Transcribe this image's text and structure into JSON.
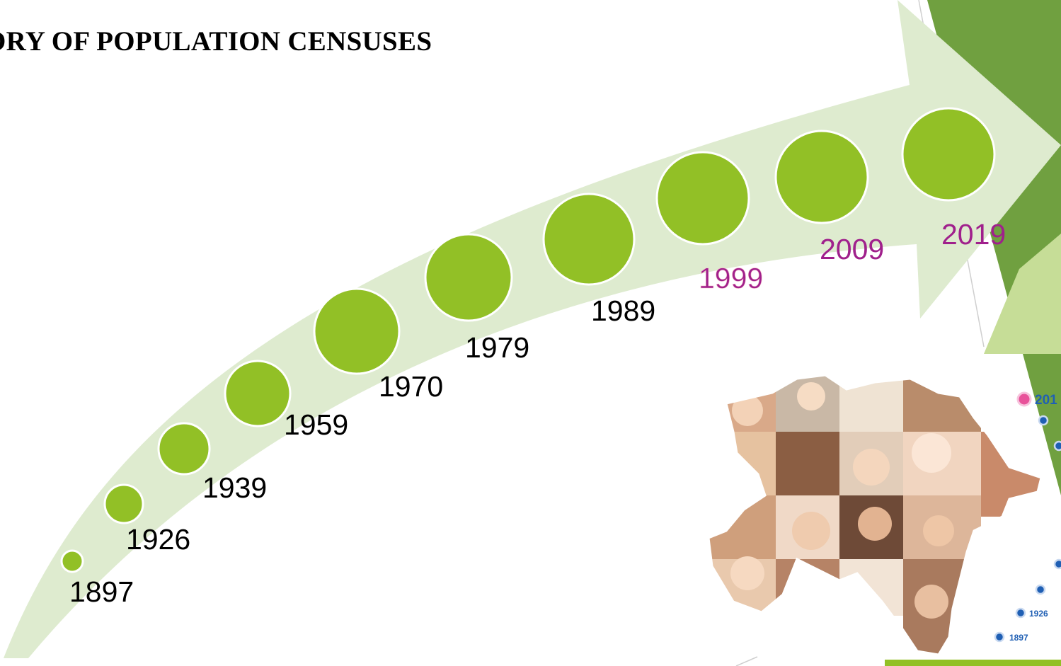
{
  "slide": {
    "title": "ORY OF POPULATION CENSUSES"
  },
  "timeline": {
    "years": [
      {
        "label": "1897",
        "color": "#000000"
      },
      {
        "label": "1926",
        "color": "#000000"
      },
      {
        "label": "1939",
        "color": "#000000"
      },
      {
        "label": "1959",
        "color": "#000000"
      },
      {
        "label": "1970",
        "color": "#000000"
      },
      {
        "label": "1979",
        "color": "#000000"
      },
      {
        "label": "1989",
        "color": "#000000"
      },
      {
        "label": "1999",
        "color": "#a0208c"
      },
      {
        "label": "2009",
        "color": "#a0208c"
      },
      {
        "label": "2019",
        "color": "#a0208c"
      }
    ]
  },
  "photo_inset": {
    "legend": [
      {
        "label": "201",
        "marker": "pink"
      },
      {
        "label": "",
        "marker": "blue"
      },
      {
        "label": "",
        "marker": "blue"
      },
      {
        "label": "",
        "marker": "blue"
      },
      {
        "label": "",
        "marker": "blue"
      },
      {
        "label": "1926",
        "marker": "blue"
      },
      {
        "label": "1897",
        "marker": "blue"
      }
    ]
  },
  "colors": {
    "arrow": "#deebcf",
    "node": "#92c026",
    "accent_dark": "#70a040",
    "accent_light": "#c6dd97",
    "year_highlight": "#a0208c",
    "legend_pink": "#e8529a",
    "legend_blue": "#1f5fb4"
  }
}
